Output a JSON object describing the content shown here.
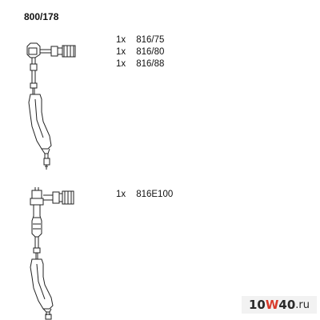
{
  "title": "800/178",
  "group1": [
    {
      "qty": "1x",
      "part": "816/75"
    },
    {
      "qty": "1x",
      "part": "816/80"
    },
    {
      "qty": "1x",
      "part": "816/88"
    }
  ],
  "group2": [
    {
      "qty": "1x",
      "part": "816E100"
    }
  ],
  "watermark": {
    "text": "10W40.ru",
    "part_a": "10",
    "part_b": "W",
    "part_c": "40",
    "part_d": ".ru"
  }
}
